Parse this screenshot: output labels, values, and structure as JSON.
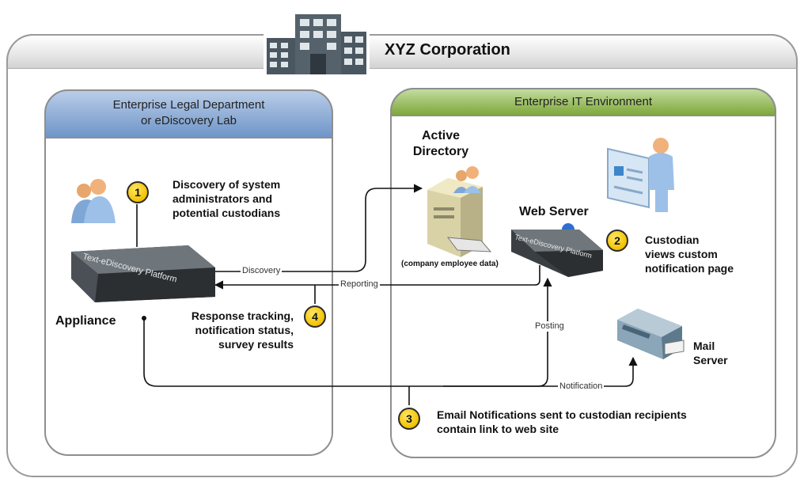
{
  "corporation": {
    "title": "XYZ Corporation"
  },
  "legal_panel": {
    "title_line1": "Enterprise Legal Department",
    "title_line2": "or eDiscovery Lab"
  },
  "it_panel": {
    "title": "Enterprise IT Environment"
  },
  "nodes": {
    "active_directory": {
      "label_line1": "Active",
      "label_line2": "Directory",
      "caption": "(company employee data)"
    },
    "web_server": {
      "label": "Web Server"
    },
    "mail_server": {
      "label_line1": "Mail",
      "label_line2": "Server"
    },
    "appliance": {
      "label": "Appliance",
      "device_text": "Text-eDiscovery Platform"
    }
  },
  "steps": [
    {
      "number": "1",
      "line1": "Discovery of system",
      "line2": "administrators and",
      "line3": "potential custodians"
    },
    {
      "number": "2",
      "line1": "Custodian",
      "line2": "views custom",
      "line3": "notification page"
    },
    {
      "number": "3",
      "line1": "Email Notifications sent to custodian recipients",
      "line2": "contain link to web site"
    },
    {
      "number": "4",
      "line1": "Response tracking,",
      "line2": "notification status,",
      "line3": "survey results"
    }
  ],
  "flows": {
    "discovery": "Discovery",
    "reporting": "Reporting",
    "posting": "Posting",
    "notification": "Notification"
  },
  "colors": {
    "legal_header": "#6f95c8",
    "it_header": "#7ea83a",
    "badge": "#f2c200"
  }
}
